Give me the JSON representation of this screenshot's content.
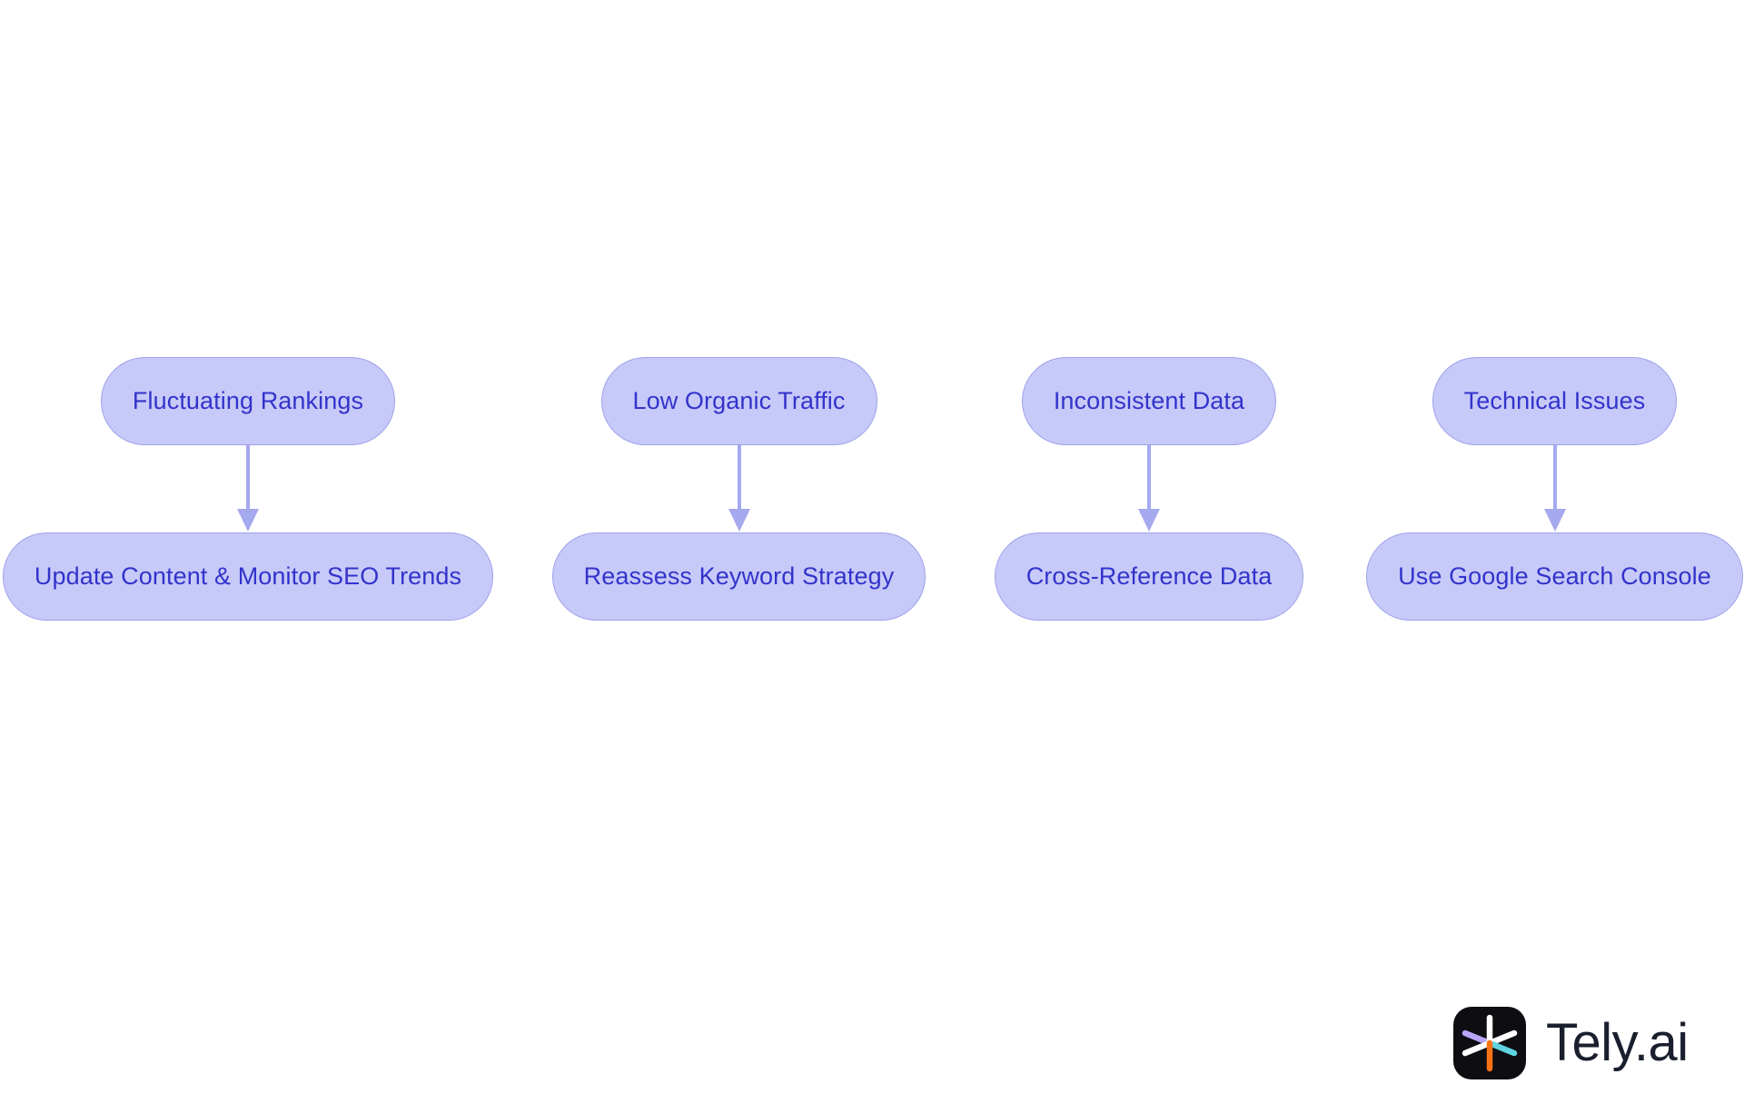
{
  "diagram": {
    "type": "flowchart",
    "orientation": "four parallel top-to-bottom pairs",
    "background_color": "#ffffff",
    "node_fill_color": "#c7caf8",
    "node_border_color": "#9ea2ea",
    "node_text_color": "#3333cc",
    "connector_color": "#a5a9ee",
    "columns": [
      {
        "problem": "Fluctuating Rankings",
        "solution": "Update Content & Monitor SEO Trends",
        "edge": "arrow-down"
      },
      {
        "problem": "Low Organic Traffic",
        "solution": "Reassess Keyword Strategy",
        "edge": "arrow-down"
      },
      {
        "problem": "Inconsistent Data",
        "solution": "Cross-Reference Data",
        "edge": "arrow-down"
      },
      {
        "problem": "Technical Issues",
        "solution": "Use Google Search Console",
        "edge": "arrow-down"
      }
    ]
  },
  "brand": {
    "name": "Tely.ai",
    "mark_background": "#0d0d12",
    "mark_spoke_colors": {
      "top": "#ffffff",
      "bottom": "#f97316",
      "upper_left": "#b9a5f5",
      "lower_right": "#5ed4e0",
      "upper_right": "#ffffff",
      "lower_left": "#ffffff"
    },
    "wordmark_color": "#1a1f2e"
  }
}
